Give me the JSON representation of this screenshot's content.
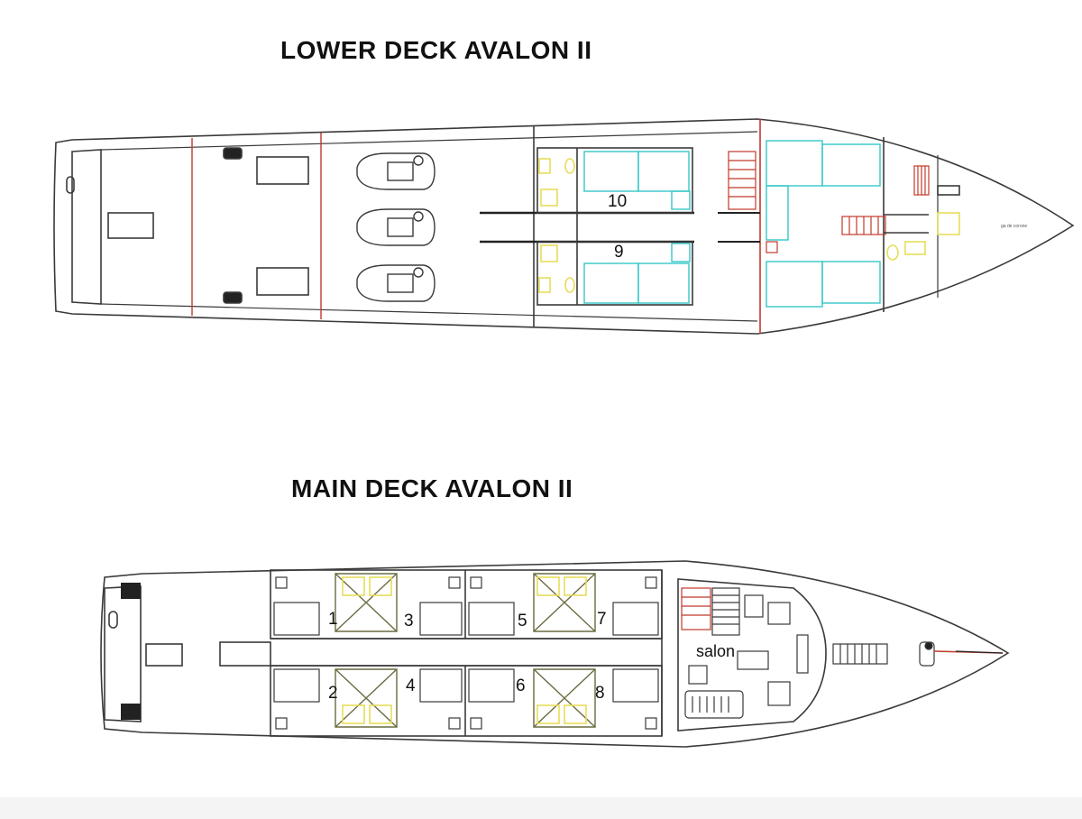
{
  "lower_deck": {
    "title": "LOWER DECK AVALON II",
    "cabins": [
      "10",
      "9"
    ],
    "bow_label": "ga de corone"
  },
  "main_deck": {
    "title": "MAIN DECK AVALON II",
    "cabins": [
      "1",
      "2",
      "3",
      "4",
      "5",
      "6",
      "7",
      "8"
    ],
    "salon_label": "salon"
  },
  "colors": {
    "outline": "#3a3a3a",
    "bulkhead": "#c0392b",
    "bed": "#35c7c7",
    "fixture": "#e6de5a",
    "stair": "#c0392b"
  }
}
